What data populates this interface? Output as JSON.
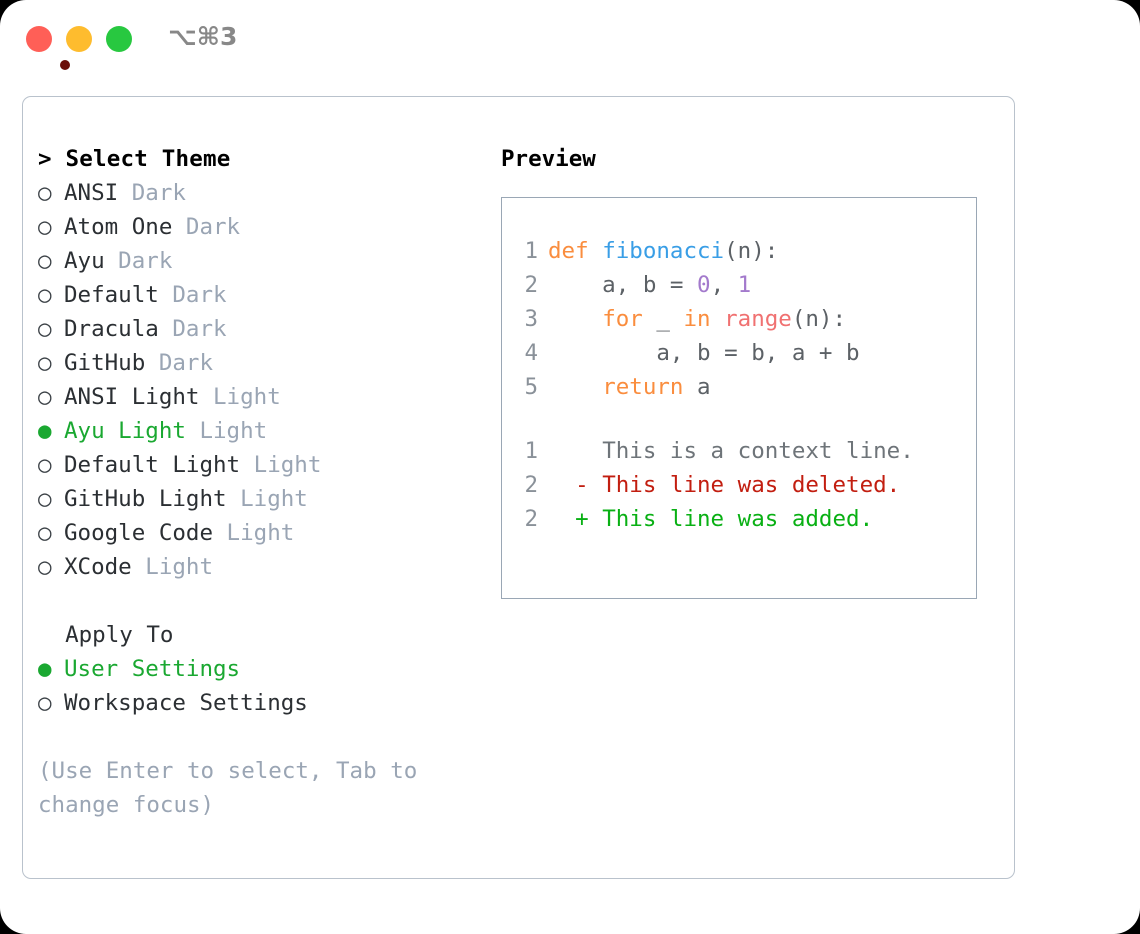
{
  "titlebar": {
    "shortcut": "⌥⌘3",
    "buttons": [
      {
        "name": "close",
        "color": "#ff5f57"
      },
      {
        "name": "minimize",
        "color": "#febc2e"
      },
      {
        "name": "maximize",
        "color": "#28c840"
      }
    ]
  },
  "theme_picker": {
    "header_prefix": "> ",
    "header": "Select Theme",
    "items": [
      {
        "bullet": "○",
        "name": "ANSI",
        "tag": "Dark",
        "selected": false
      },
      {
        "bullet": "○",
        "name": "Atom One",
        "tag": "Dark",
        "selected": false
      },
      {
        "bullet": "○",
        "name": "Ayu",
        "tag": "Dark",
        "selected": false
      },
      {
        "bullet": "○",
        "name": "Default",
        "tag": "Dark",
        "selected": false
      },
      {
        "bullet": "○",
        "name": "Dracula",
        "tag": "Dark",
        "selected": false
      },
      {
        "bullet": "○",
        "name": "GitHub",
        "tag": "Dark",
        "selected": false
      },
      {
        "bullet": "○",
        "name": "ANSI Light",
        "tag": "Light",
        "selected": false
      },
      {
        "bullet": "●",
        "name": "Ayu Light",
        "tag": "Light",
        "selected": true
      },
      {
        "bullet": "○",
        "name": "Default Light",
        "tag": "Light",
        "selected": false
      },
      {
        "bullet": "○",
        "name": "GitHub Light",
        "tag": "Light",
        "selected": false
      },
      {
        "bullet": "○",
        "name": "Google Code",
        "tag": "Light",
        "selected": false
      },
      {
        "bullet": "○",
        "name": "XCode",
        "tag": "Light",
        "selected": false
      }
    ]
  },
  "apply_to": {
    "header": "  Apply To",
    "items": [
      {
        "bullet": "●",
        "name": "User Settings",
        "selected": true
      },
      {
        "bullet": "○",
        "name": "Workspace Settings",
        "selected": false
      }
    ]
  },
  "hint": {
    "line1": "(Use Enter to select, Tab to",
    "line2": "change focus)"
  },
  "preview": {
    "title": "Preview",
    "code": [
      {
        "num": "1",
        "tokens": [
          {
            "t": "def",
            "c": "kw"
          },
          {
            "t": " ",
            "c": "plain"
          },
          {
            "t": "fibonacci",
            "c": "fn"
          },
          {
            "t": "(n):",
            "c": "plain"
          }
        ]
      },
      {
        "num": "2",
        "tokens": [
          {
            "t": "    a, b = ",
            "c": "plain"
          },
          {
            "t": "0",
            "c": "num"
          },
          {
            "t": ", ",
            "c": "plain"
          },
          {
            "t": "1",
            "c": "num"
          }
        ]
      },
      {
        "num": "3",
        "tokens": [
          {
            "t": "    ",
            "c": "plain"
          },
          {
            "t": "for",
            "c": "kw"
          },
          {
            "t": " _ ",
            "c": "plain"
          },
          {
            "t": "in",
            "c": "kw"
          },
          {
            "t": " ",
            "c": "plain"
          },
          {
            "t": "range",
            "c": "bif"
          },
          {
            "t": "(n):",
            "c": "plain"
          }
        ]
      },
      {
        "num": "4",
        "tokens": [
          {
            "t": "        a, b = b, a + b",
            "c": "plain"
          }
        ]
      },
      {
        "num": "5",
        "tokens": [
          {
            "t": "    ",
            "c": "plain"
          },
          {
            "t": "return",
            "c": "kw"
          },
          {
            "t": " a",
            "c": "plain"
          }
        ]
      }
    ],
    "diff": [
      {
        "num": "1",
        "marker": "  ",
        "text": "This is a context line.",
        "c": "ctx"
      },
      {
        "num": "2",
        "marker": "- ",
        "text": "This line was deleted.",
        "c": "del"
      },
      {
        "num": "2",
        "marker": "+ ",
        "text": "This line was added.",
        "c": "add"
      }
    ]
  },
  "colors": {
    "keyword": "#fa8d3e",
    "function": "#399ee6",
    "number": "#a37acc",
    "builtin": "#f07171",
    "selected_green": "#1aa831",
    "tag_gray": "#9aa5b4",
    "diff_deleted": "#c21e10",
    "diff_added": "#09b014",
    "line_number": "#8a9199",
    "panel_border": "#b9c2cc"
  }
}
